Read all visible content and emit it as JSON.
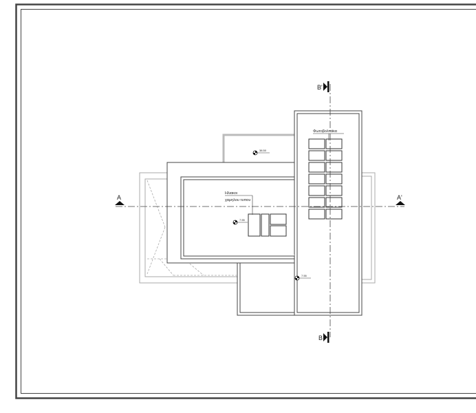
{
  "drawing": {
    "section_marks": {
      "a_left": "A",
      "a_right": "A'",
      "b_top": "B'",
      "b_bottom": "B"
    },
    "labels": {
      "photovoltaics": "Φωτοβολταϊκα",
      "solar_line1": "Ηλιακοι",
      "solar_line2": "χαμηλου τυπου"
    },
    "elevations": {
      "upper_roof": "38.50",
      "middle_roof": "7.55",
      "lower_roof": "7.55"
    }
  }
}
